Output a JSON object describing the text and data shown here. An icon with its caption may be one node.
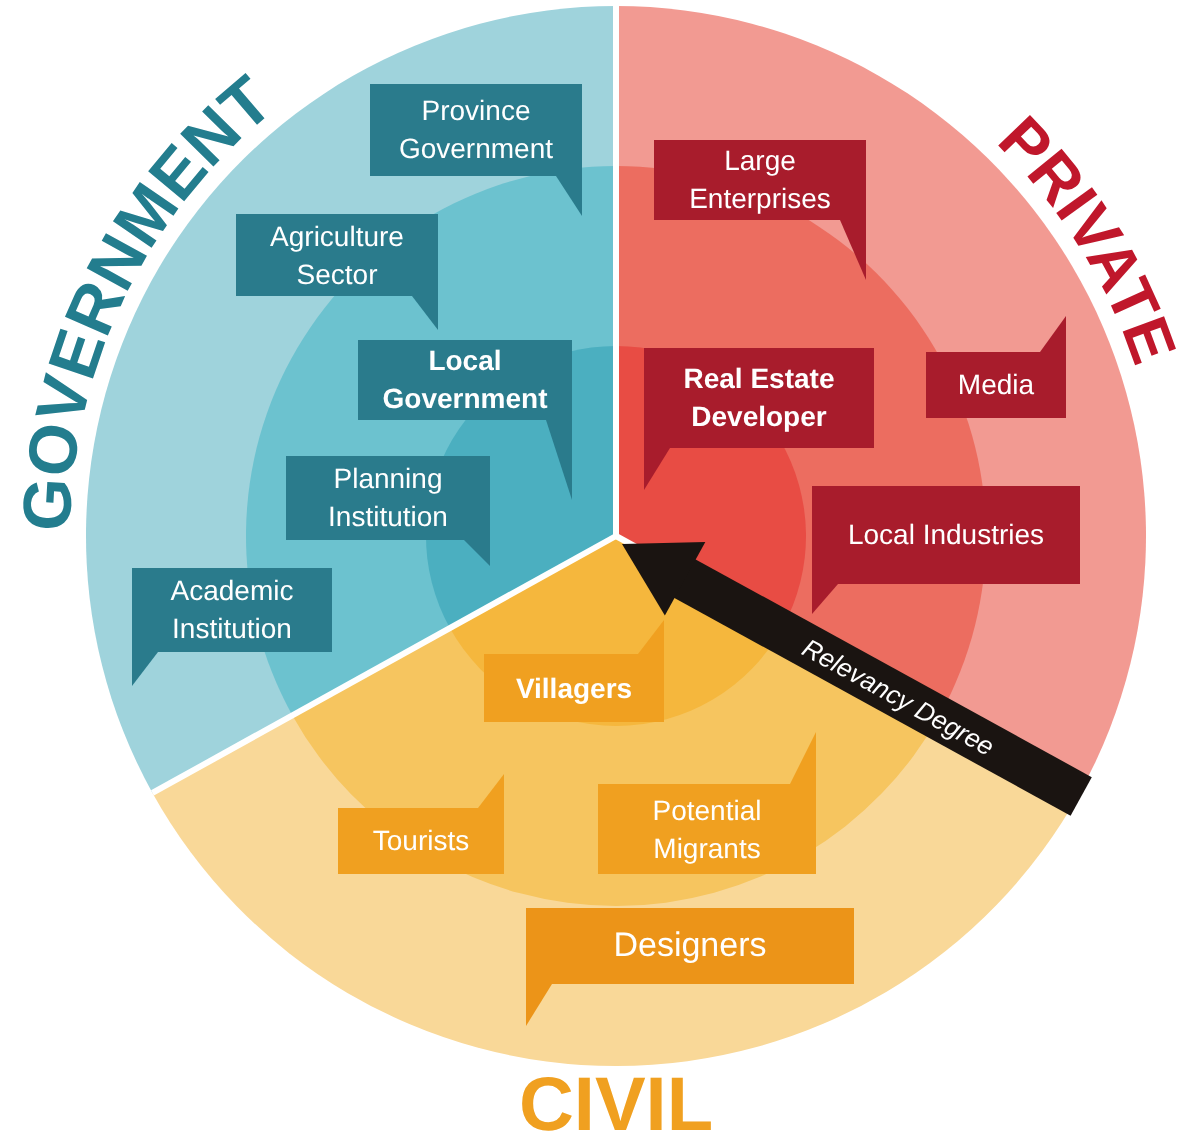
{
  "diagram": {
    "nodes": [
      {
        "text": [
          "Province Government"
        ]
      },
      {
        "text": [
          "Agriculture Sector"
        ]
      },
      {
        "text": [
          "Local Government"
        ]
      },
      {
        "text": [
          "Planning Institution"
        ]
      },
      {
        "text": [
          "Academic Institution"
        ]
      },
      {
        "text": [
          "Large Enterprises"
        ]
      },
      {
        "text": [
          "Real Estate Developer"
        ]
      },
      {
        "text": [
          "Media"
        ]
      },
      {
        "text": [
          "Local Industries"
        ]
      },
      {
        "text": [
          "Villagers"
        ]
      },
      {
        "text": [
          "Tourists"
        ]
      },
      {
        "text": [
          "Potential Migrants"
        ]
      },
      {
        "text": [
          "Designers"
        ]
      },
      {
        "text": [
          "Relevancy Degree"
        ]
      }
    ],
    "labels": [
      "GOVERNMENT",
      "PRIVATE",
      "CIVIL"
    ]
  }
}
